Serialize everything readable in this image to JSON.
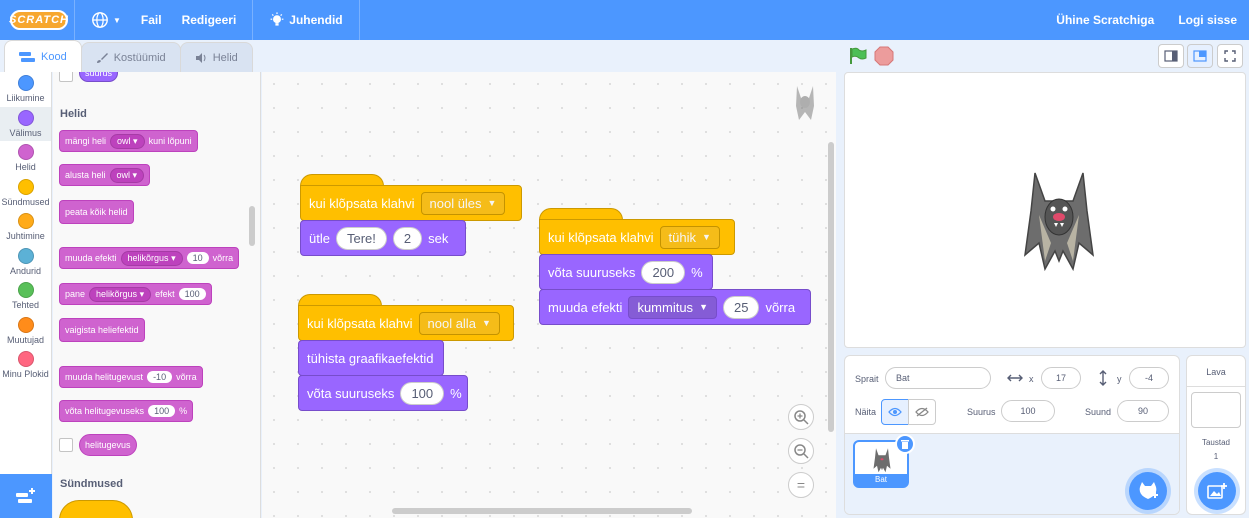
{
  "menubar": {
    "logo": "SCRATCH",
    "file": "Fail",
    "edit": "Redigeeri",
    "tutorials": "Juhendid",
    "join": "Ühine Scratchiga",
    "signin": "Logi sisse"
  },
  "tabs": [
    {
      "label": "Kood",
      "icon": "code-icon"
    },
    {
      "label": "Kostüümid",
      "icon": "brush-icon"
    },
    {
      "label": "Helid",
      "icon": "speaker-icon"
    }
  ],
  "categories": [
    {
      "label": "Liikumine",
      "color": "#4c97ff"
    },
    {
      "label": "Välimus",
      "color": "#9966ff"
    },
    {
      "label": "Helid",
      "color": "#cf63cf"
    },
    {
      "label": "Sündmused",
      "color": "#ffbf00"
    },
    {
      "label": "Juhtimine",
      "color": "#ffab19"
    },
    {
      "label": "Andurid",
      "color": "#5cb1d6"
    },
    {
      "label": "Tehted",
      "color": "#59c059"
    },
    {
      "label": "Muutujad",
      "color": "#ff8c1a"
    },
    {
      "label": "Minu Plokid",
      "color": "#ff6680"
    }
  ],
  "palette": {
    "top_reporter": "suurus",
    "sound_heading": "Helid",
    "play_until_done": {
      "a": "mängi heli",
      "dd": "owl",
      "b": "kuni lõpuni"
    },
    "start_sound": {
      "a": "alusta heli",
      "dd": "owl"
    },
    "stop_all": "peata kõik helid",
    "change_effect": {
      "a": "muuda efekti",
      "dd": "helikõrgus",
      "v": "10",
      "b": "võrra"
    },
    "set_effect": {
      "a": "pane",
      "dd": "helikõrgus",
      "b": "efekt",
      "v": "100"
    },
    "clear_effects": "vaigista heliefektid",
    "change_volume": {
      "a": "muuda helitugevust",
      "v": "-10",
      "b": "võrra"
    },
    "set_volume": {
      "a": "võta helitugevuseks",
      "v": "100",
      "b": "%"
    },
    "volume_reporter": "helitugevus",
    "events_heading": "Sündmused"
  },
  "scripts": {
    "s1": {
      "hat": "kui klõpsata klahvi",
      "key": "nool üles",
      "say": "ütle",
      "text": "Tere!",
      "secs": "2",
      "unit": "sek"
    },
    "s2": {
      "hat": "kui klõpsata klahvi",
      "key": "nool alla",
      "clear": "tühista graafikaefektid",
      "size": "võta suuruseks",
      "val": "100",
      "pct": "%"
    },
    "s3": {
      "hat": "kui klõpsata klahvi",
      "key": "tühik",
      "size": "võta suuruseks",
      "val": "200",
      "pct": "%",
      "eff": "muuda efekti",
      "effdd": "kummitus",
      "effv": "25",
      "by": "võrra"
    }
  },
  "sprite_info": {
    "sprite_label": "Sprait",
    "sprite_name": "Bat",
    "x_label": "x",
    "x": "17",
    "y_label": "y",
    "y": "-4",
    "show_label": "Näita",
    "size_label": "Suurus",
    "size": "100",
    "direction_label": "Suund",
    "direction": "90"
  },
  "sprites": [
    {
      "name": "Bat"
    }
  ],
  "stage_pane": {
    "title": "Lava",
    "backdrops_label": "Taustad",
    "backdrops_count": "1"
  },
  "colors": {
    "accent": "#4c97ff",
    "events": "#ffbf00",
    "looks": "#9966ff",
    "sound": "#cf63cf"
  }
}
